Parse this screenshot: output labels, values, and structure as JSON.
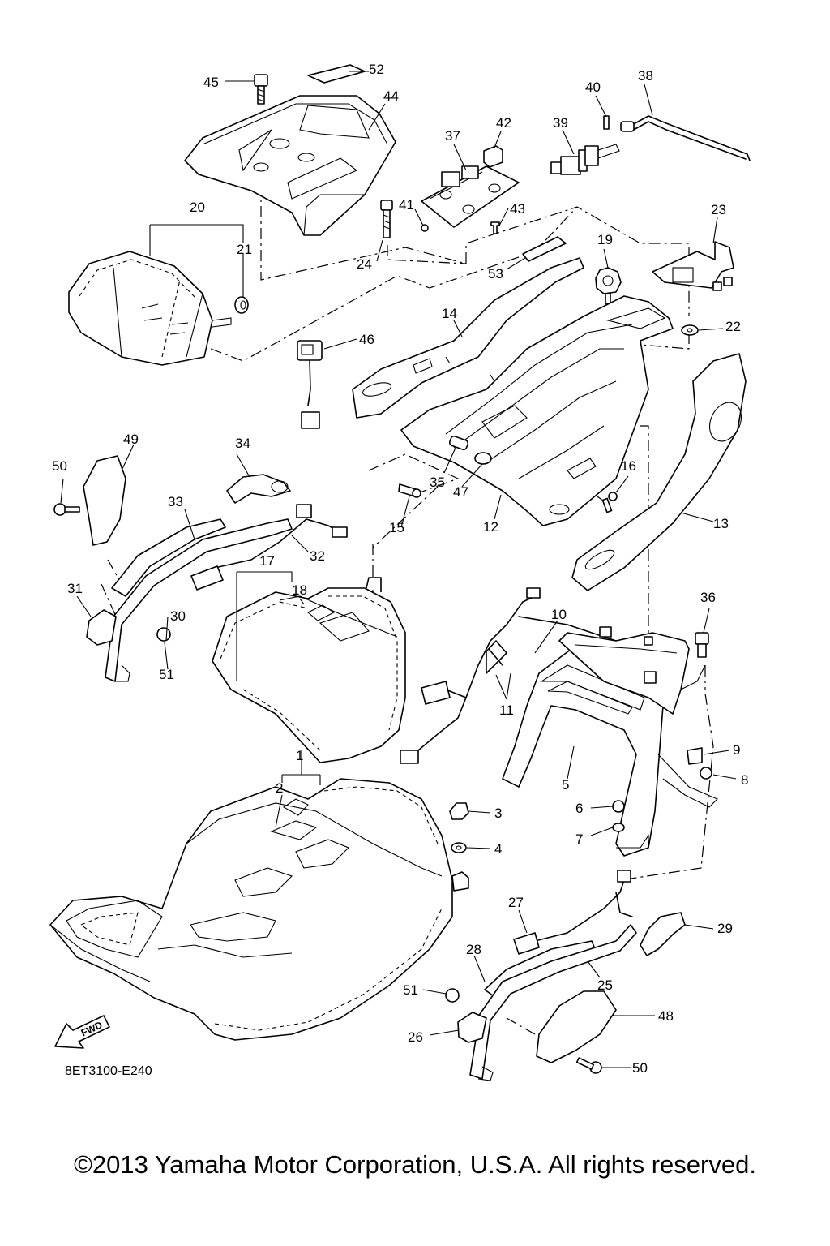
{
  "diagram": {
    "code": "8ET3100-E240",
    "fwd_label": "FWD",
    "copyright": "©2013 Yamaha Motor Corporation, U.S.A. All rights reserved.",
    "callouts": [
      "1",
      "2",
      "3",
      "4",
      "5",
      "6",
      "7",
      "8",
      "9",
      "10",
      "11",
      "12",
      "13",
      "14",
      "15",
      "16",
      "17",
      "18",
      "19",
      "20",
      "21",
      "22",
      "23",
      "24",
      "25",
      "26",
      "27",
      "28",
      "29",
      "30",
      "31",
      "32",
      "33",
      "34",
      "35",
      "36",
      "37",
      "38",
      "39",
      "40",
      "41",
      "42",
      "43",
      "44",
      "45",
      "46",
      "47",
      "48",
      "49",
      "50",
      "51",
      "52",
      "53"
    ],
    "callout_repeats": [
      "50",
      "51"
    ]
  }
}
